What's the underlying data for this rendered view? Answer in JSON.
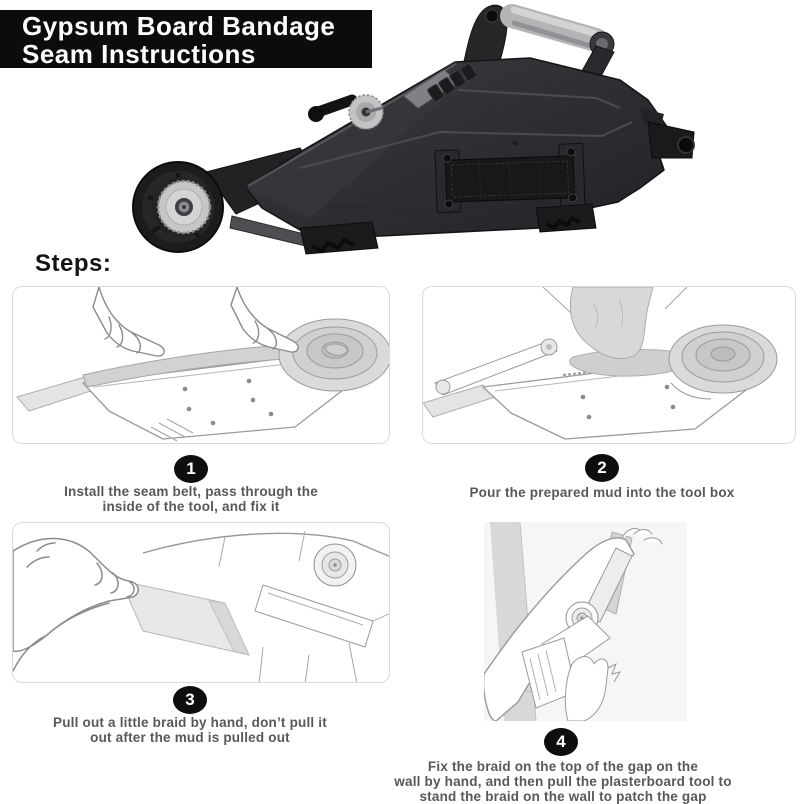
{
  "banner": {
    "line1": "Gypsum Board Bandage",
    "line2": "Seam Instructions"
  },
  "steps_heading": "Steps:",
  "steps": [
    {
      "number": "1",
      "caption": "Install the seam belt, pass through the inside of the tool, and fix it",
      "lines": [
        "Install the seam belt, pass through the",
        "inside of the tool, and fix it"
      ]
    },
    {
      "number": "2",
      "caption": "Pour the prepared mud into the tool box",
      "lines": [
        "Pour the prepared mud into the tool box"
      ]
    },
    {
      "number": "3",
      "caption": "Pull out a little braid by hand, don’t pull it out after the mud is pulled out",
      "lines": [
        "Pull out a little braid by hand, don’t pull it",
        "out after the mud is pulled out"
      ]
    },
    {
      "number": "4",
      "caption": "Fix the braid on the top of the gap on the wall by hand, and then pull the plasterboard tool to stand the braid on the wall to patch the gap",
      "lines": [
        "Fix the braid on the top of the gap on the",
        "wall by hand, and then pull the plasterboard tool to",
        "stand the braid on the wall to patch the gap"
      ]
    }
  ],
  "colors": {
    "banner_bg": "#0c0c0c",
    "banner_text": "#ffffff",
    "badge_bg": "#0e0e0e",
    "caption_text": "#58585a",
    "panel_border": "#dadada",
    "panel4_bg": "#f6f6f6",
    "tool_body_dark": "#232327",
    "tool_body_light": "#3c3c40",
    "handle_grip": "#b3b4b6",
    "wheel_hub": "#c5c6c8"
  }
}
